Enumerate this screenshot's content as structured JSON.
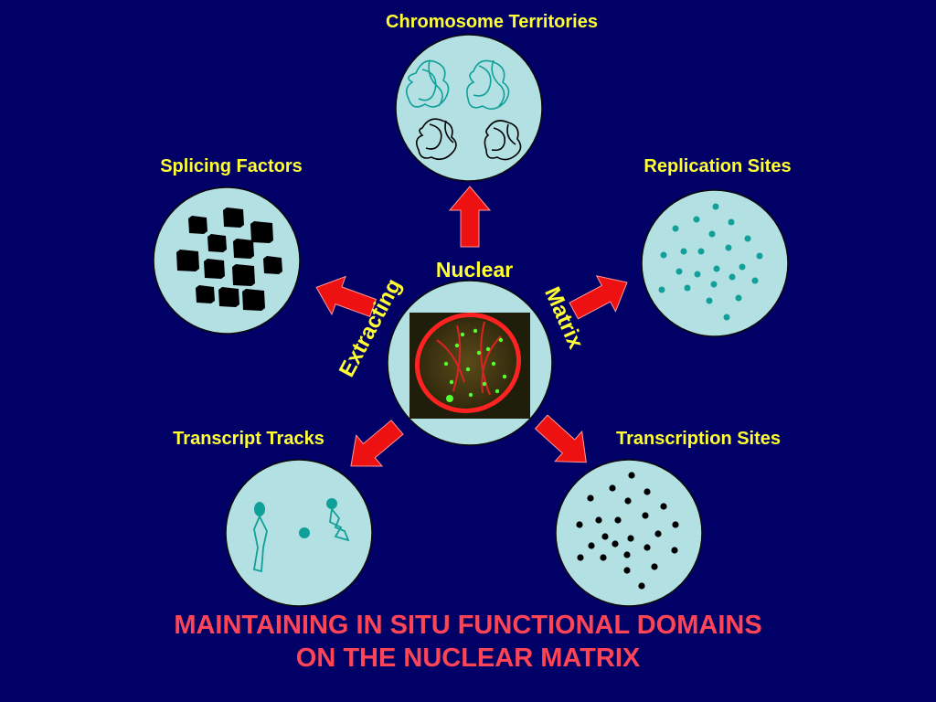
{
  "colors": {
    "background": "#000066",
    "circle_fill": "#b3e0e3",
    "circle_stroke": "#0a0a0a",
    "label": "#ffff33",
    "title": "#ff4455",
    "arrow": "#ee1111",
    "teal": "#11a099",
    "black": "#000000"
  },
  "center": {
    "label": "Nuclear"
  },
  "domains": [
    {
      "key": "chromosome",
      "label": "Chromosome Territories",
      "icon": "chromosome-territories-icon"
    },
    {
      "key": "replication",
      "label": "Replication Sites",
      "icon": "replication-sites-icon"
    },
    {
      "key": "transcription",
      "label": "Transcription Sites",
      "icon": "transcription-sites-icon"
    },
    {
      "key": "tracks",
      "label": "Transcript Tracks",
      "icon": "transcript-tracks-icon"
    },
    {
      "key": "splicing",
      "label": "Splicing Factors",
      "icon": "splicing-factors-icon"
    }
  ],
  "rotated_labels": {
    "left": "Extracting",
    "right": "Matrix"
  },
  "title": {
    "line1": "MAINTAINING IN SITU FUNCTIONAL DOMAINS",
    "line2": "ON THE NUCLEAR MATRIX"
  }
}
